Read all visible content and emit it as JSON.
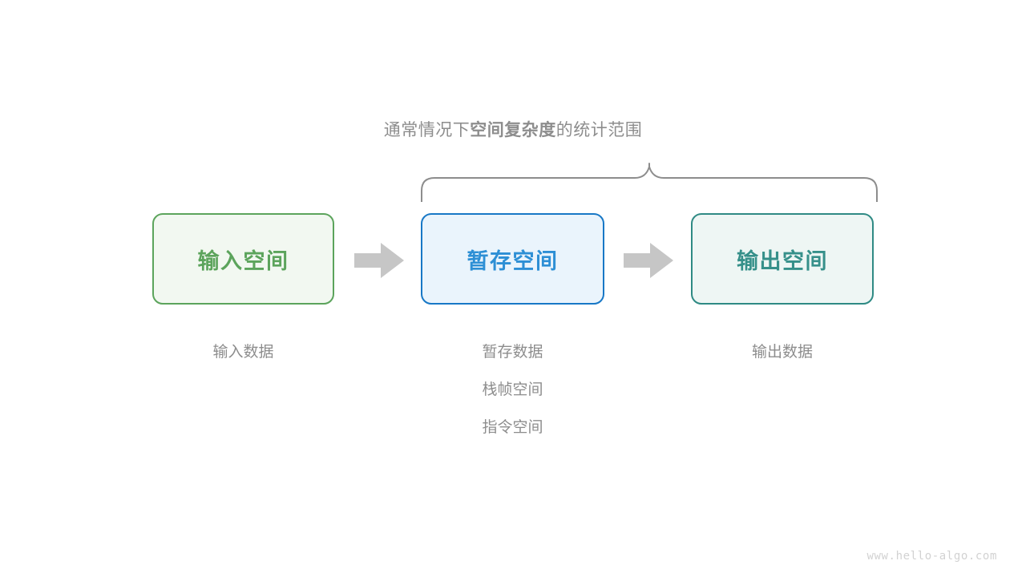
{
  "annotation": {
    "prefix": "通常情况下",
    "emphasis": "空间复杂度",
    "suffix": "的统计范围"
  },
  "colors": {
    "background": "#ffffff",
    "input_border": "#5ca45c",
    "input_fill": "#f2f8f1",
    "input_text": "#5ca45c",
    "temp_border": "#1878c6",
    "temp_fill": "#eaf4fc",
    "temp_text": "#2d8fd5",
    "output_border": "#2f8a84",
    "output_fill": "#eef6f4",
    "output_text": "#36908a",
    "arrow": "#c6c6c6",
    "brace": "#8d8d8d",
    "caption_text": "#8d8d8d",
    "footer_text": "#d2d2d2"
  },
  "stages": [
    {
      "id": "input",
      "label": "输入空间",
      "captions": [
        "输入数据"
      ]
    },
    {
      "id": "temp",
      "label": "暂存空间",
      "captions": [
        "暂存数据",
        "栈帧空间",
        "指令空间"
      ]
    },
    {
      "id": "output",
      "label": "输出空间",
      "captions": [
        "输出数据"
      ]
    }
  ],
  "arrows": [
    {
      "id": "arrow-1",
      "name": "input-to-temp"
    },
    {
      "id": "arrow-2",
      "name": "temp-to-output"
    }
  ],
  "footer": {
    "url": "www.hello-algo.com"
  }
}
